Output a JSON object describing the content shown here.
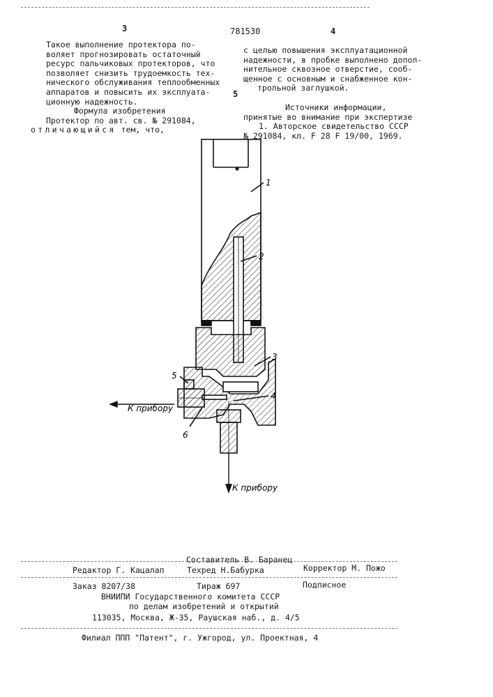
{
  "header": {
    "page_left": "3",
    "patent_number": "781530",
    "page_right": "4"
  },
  "left_column": {
    "lines": [
      "Такое выполнение протектора по-",
      "воляет прогнозировать остаточный",
      "ресурс пальчиковых протекторов, что",
      "позволяет снизить трудоемкость тех-",
      "нического обслуживания теплообменных",
      "аппаратов и повысить их эксплуата-",
      "ционную надежность."
    ],
    "formula_title": "Формула изобретения",
    "formula_line1": "Протектор по авт. св. № 291084,",
    "formula_line2_spaced": "отличающийся",
    "formula_line2_rest": "тем, что,"
  },
  "right_column": {
    "lines": [
      "с целью повышения эксплуатационной",
      "надежности, в пробке выполнено допол-",
      "нительное сквозное отверстие, сооб-",
      "щенное с основным и снабженное кон-",
      "трольной заглушкой."
    ],
    "line_marker": "5",
    "sources_title": "Источники информации,",
    "sources_subtitle": "принятые во внимание при экспертизе",
    "source_1_line1": "1. Авторское свидетельство СССР",
    "source_1_line2": "№ 291084, кл. F 28 F 19/00, 1969."
  },
  "drawing": {
    "labels": [
      "1",
      "2",
      "3",
      "4",
      "5",
      "6"
    ],
    "arrow_left_label": "К прибору",
    "arrow_down_label": "К прибору"
  },
  "footer": {
    "compiler": "Составитель В. Баранец",
    "editor": "Редактор Г. Кацалап",
    "techred": "Техред Н.Бабурка",
    "corrector": "Корректор М. Пожо",
    "order": "Заказ 8207/38",
    "circulation": "Тираж 697",
    "subscription": "Подписное",
    "org1": "ВНИИПИ Государственного комитета СССР",
    "org2": "по делам изобретений и открытий",
    "address": "113035, Москва, Ж-35, Раушская наб., д. 4/5",
    "branch": "Филиал ППП \"Патент\", г. Ужгород,  ул. Проектная, 4"
  }
}
